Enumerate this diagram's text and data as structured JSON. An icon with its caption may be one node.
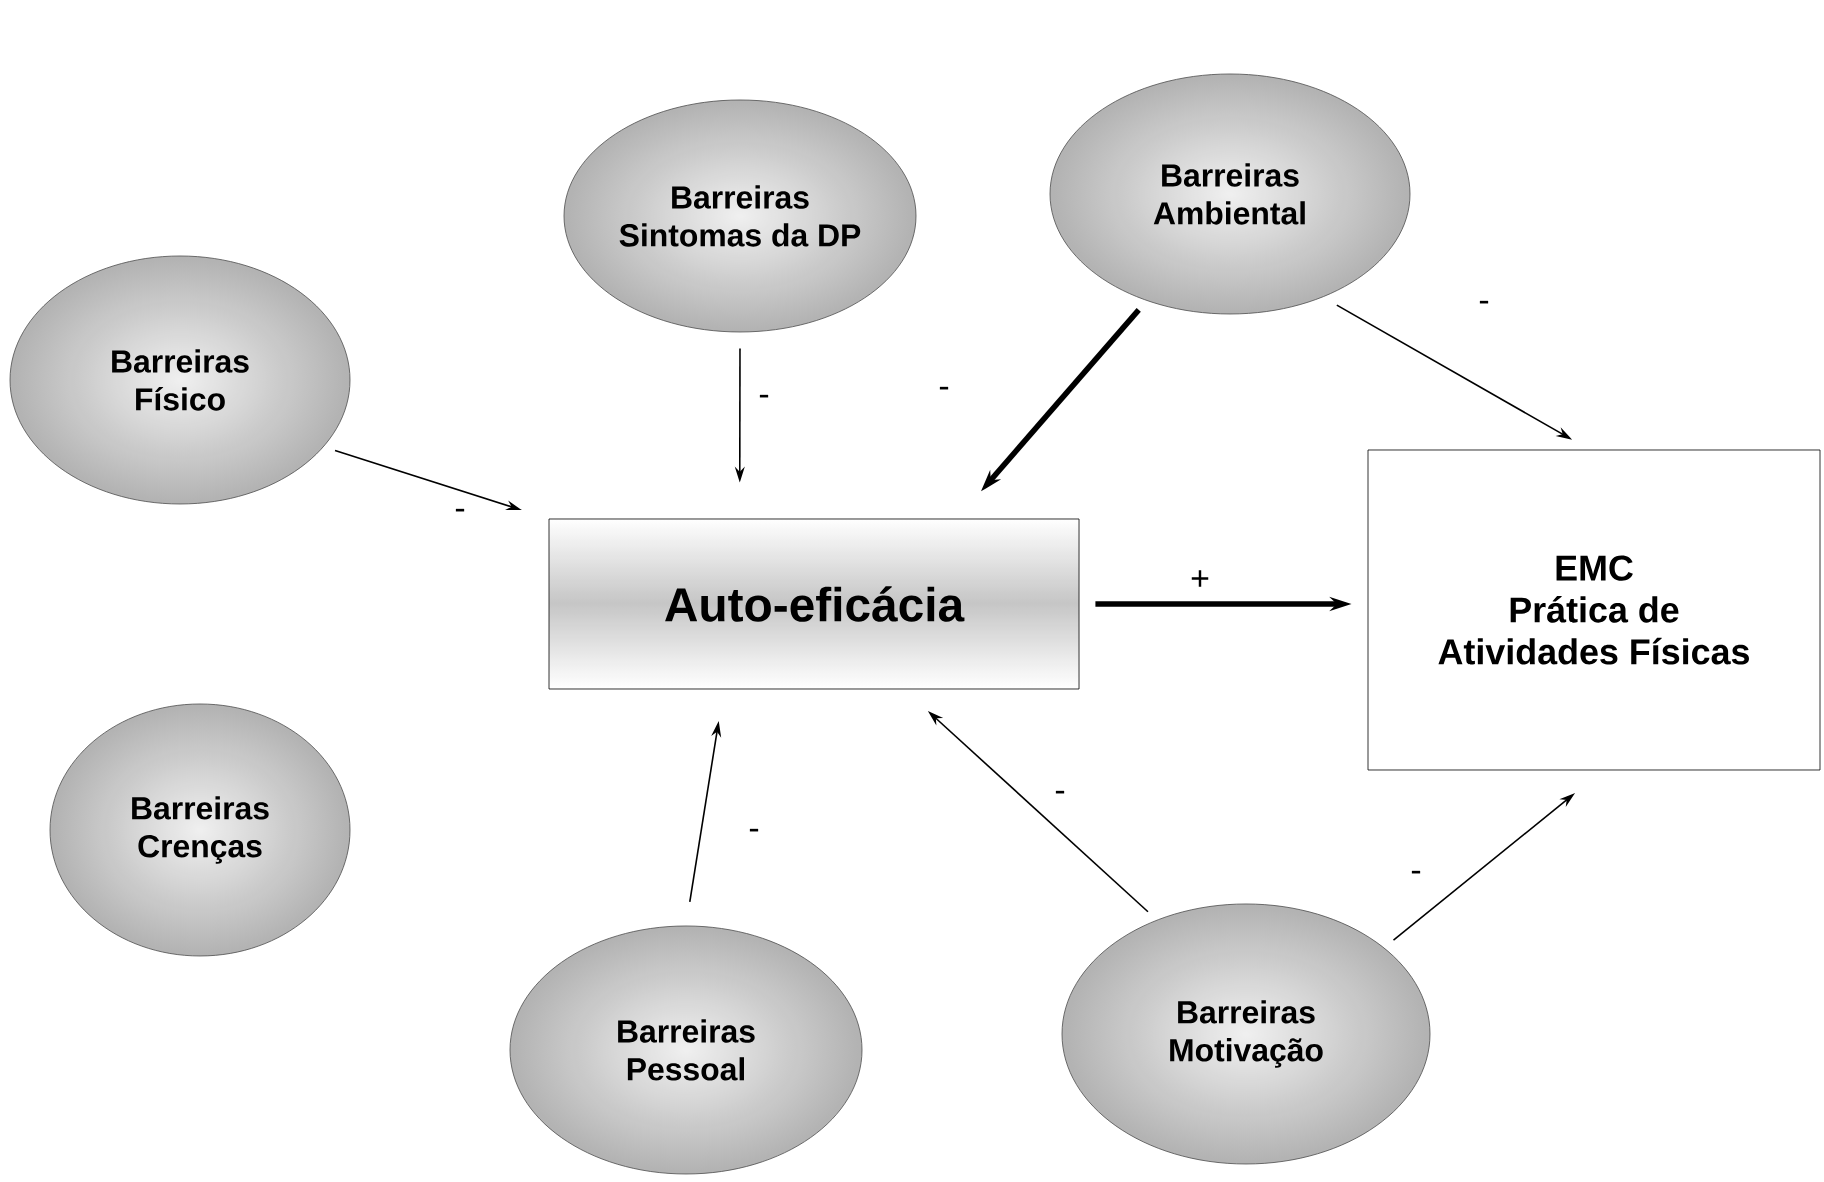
{
  "diagram": {
    "nodes": [
      {
        "text": [
          "Barreiras",
          "Sintomas da DP"
        ]
      },
      {
        "text": [
          "Barreiras",
          "Ambiental"
        ]
      },
      {
        "text": [
          "Barreiras",
          "Físico"
        ]
      },
      {
        "text": [
          "Auto-eficácia"
        ]
      },
      {
        "text": [
          "EMC",
          "Prática de Atividades Físicas"
        ]
      },
      {
        "text": [
          "Barreiras",
          "Crenças"
        ]
      },
      {
        "text": [
          "Barreiras",
          "Pessoal"
        ]
      },
      {
        "text": [
          "Barreiras",
          "Motivação"
        ]
      }
    ],
    "edges": [
      {
        "from": 0,
        "to": 3,
        "arrow": "to",
        "label": "-"
      },
      {
        "from": 1,
        "to": 3,
        "arrow": "to",
        "label": "-",
        "style": "thick"
      },
      {
        "from": 1,
        "to": 4,
        "arrow": "to",
        "label": "-"
      },
      {
        "from": 2,
        "to": 3,
        "arrow": "to",
        "label": "-"
      },
      {
        "from": 3,
        "to": 4,
        "arrow": "to",
        "label": "+",
        "style": "thick"
      },
      {
        "from": 6,
        "to": 3,
        "arrow": "to",
        "label": "-"
      },
      {
        "from": 7,
        "to": 3,
        "arrow": "to",
        "label": "-"
      },
      {
        "from": 7,
        "to": 4,
        "arrow": "to",
        "label": "-"
      }
    ]
  }
}
